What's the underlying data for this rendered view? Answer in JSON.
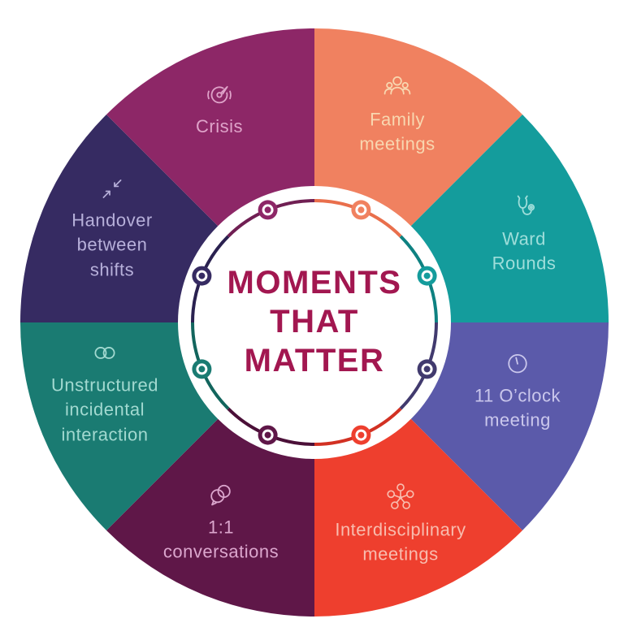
{
  "title": {
    "text": "MOMENTS\nTHAT\nMATTER",
    "color": "#a21750"
  },
  "background": "#ffffff",
  "segments": [
    {
      "label": "Family\nmeetings",
      "icon": "family-group-icon",
      "color": "#f08160",
      "ring_color": "#e96f4c",
      "label_color": "#f8d7b0"
    },
    {
      "label": "Ward\nRounds",
      "icon": "stethoscope-icon",
      "color": "#149c9c",
      "ring_color": "#0e8181",
      "label_color": "#9fdeda"
    },
    {
      "label": "11 O’clock\nmeeting",
      "icon": "clock-icon",
      "color": "#5b5aaa",
      "ring_color": "#413a6e",
      "label_color": "#cac7ec"
    },
    {
      "label": "Interdisciplinary\nmeetings",
      "icon": "network-icon",
      "color": "#ee3f2e",
      "ring_color": "#d23123",
      "label_color": "#f8bcae"
    },
    {
      "label": "1:1\nconversations",
      "icon": "speech-bubbles-icon",
      "color": "#5f1748",
      "ring_color": "#4b1038",
      "label_color": "#dba6cd"
    },
    {
      "label": "Unstructured\nincidental\ninteraction",
      "icon": "linked-loops-icon",
      "color": "#1a7b72",
      "ring_color": "#12655d",
      "label_color": "#a2d9d0"
    },
    {
      "label": "Handover\nbetween\nshifts",
      "icon": "converging-arrows-icon",
      "color": "#362b62",
      "ring_color": "#2a2150",
      "label_color": "#b7b0da"
    },
    {
      "label": "Crisis",
      "icon": "gauge-icon",
      "color": "#8d2767",
      "ring_color": "#701f53",
      "label_color": "#dfa3c9"
    }
  ]
}
